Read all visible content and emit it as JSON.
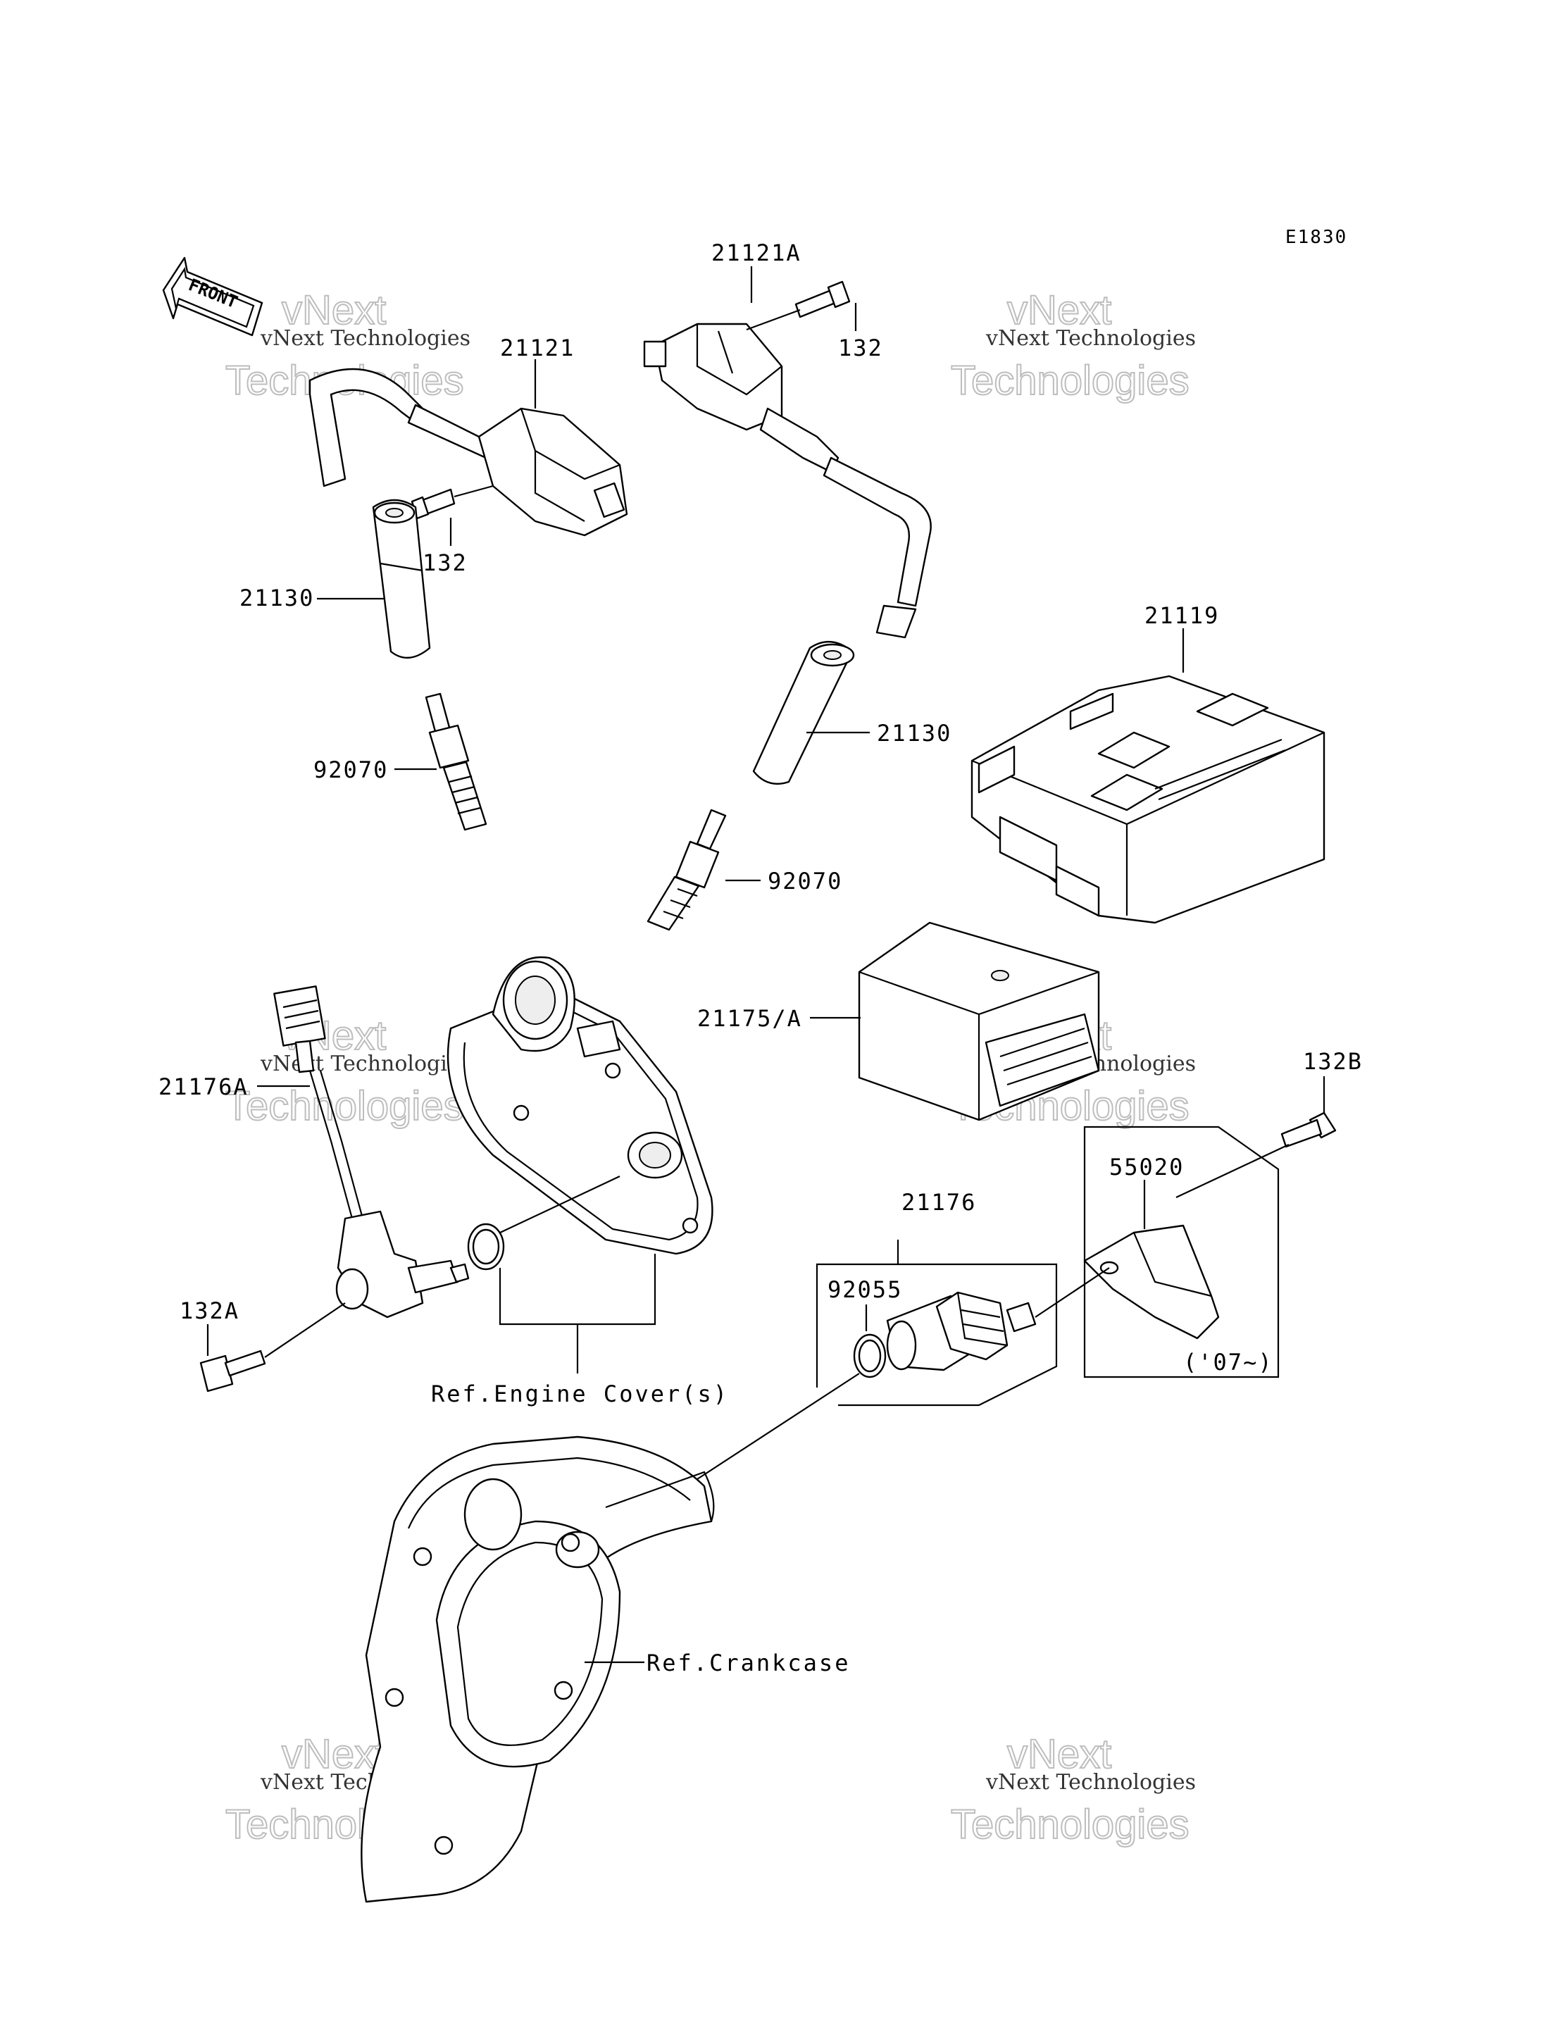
{
  "diagram_code": "E1830",
  "front_marker": "FRONT",
  "parts": [
    {
      "id": "21121A"
    },
    {
      "id": "132"
    },
    {
      "id": "21121"
    },
    {
      "id": "132"
    },
    {
      "id": "21130"
    },
    {
      "id": "21130"
    },
    {
      "id": "92070"
    },
    {
      "id": "92070"
    },
    {
      "id": "21119"
    },
    {
      "id": "21175/A"
    },
    {
      "id": "21176A"
    },
    {
      "id": "132B"
    },
    {
      "id": "55020"
    },
    {
      "id": "21176"
    },
    {
      "id": "92055"
    },
    {
      "id": "132A"
    }
  ],
  "year_note": "('07~)",
  "references": {
    "engine_cover": "Ref.Engine Cover(s)",
    "crankcase": "Ref.Crankcase"
  },
  "watermark": {
    "small": "vNext Technologies",
    "big_line1": "vNext",
    "big_line2": "Technologies"
  }
}
